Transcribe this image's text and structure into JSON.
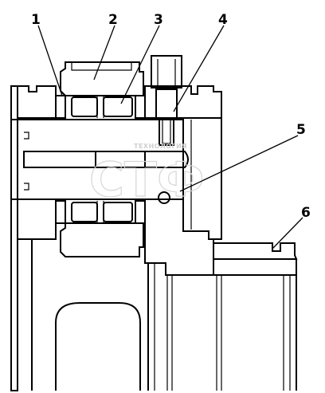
{
  "callouts": [
    {
      "id": "1",
      "label": "1"
    },
    {
      "id": "2",
      "label": "2"
    },
    {
      "id": "3",
      "label": "3"
    },
    {
      "id": "4",
      "label": "4"
    },
    {
      "id": "5",
      "label": "5"
    },
    {
      "id": "6",
      "label": "6"
    }
  ],
  "watermark": {
    "small": "ТЕХНОЛОГИЯ",
    "large": "СТФ"
  },
  "colors": {
    "line": "#000000",
    "background": "#ffffff",
    "watermark": "#d6d6d6"
  }
}
